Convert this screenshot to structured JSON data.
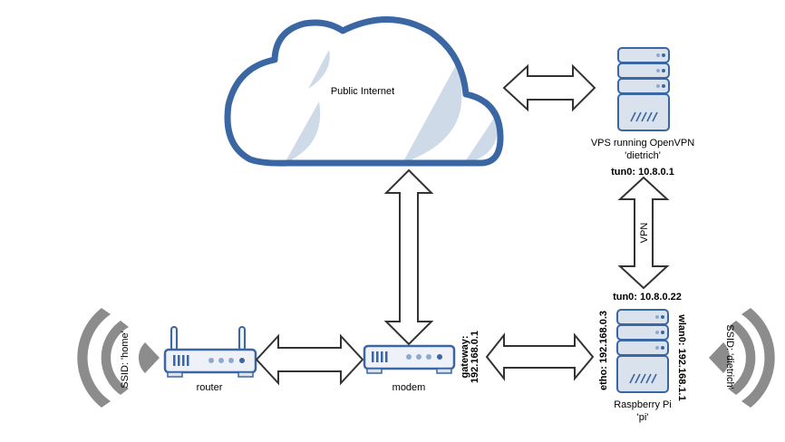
{
  "colors": {
    "device_stroke": "#3a67a3",
    "device_fill": "#dae2ee",
    "device_panel": "#eef2f8",
    "cloud_stroke": "#3a67a3",
    "cloud_shade": "#cfdae8",
    "wifi_gray": "#8c8c8c",
    "arrow_stroke": "#333333",
    "led_dim": "#8ea9cf",
    "led_bright": "#3a67a3"
  },
  "cloud": {
    "label": "Public Internet",
    "icon": "cloud-icon"
  },
  "vps": {
    "icon": "server-icon",
    "label_line1": "VPS running OpenVPN",
    "label_line2": "'dietrich'",
    "tun_label": "tun0: 10.8.0.1"
  },
  "vpn_link": {
    "label": "VPN"
  },
  "pi": {
    "icon": "server-icon",
    "label_line1": "Raspberry Pi",
    "label_line2": "'pi'",
    "tun_label": "tun0: 10.8.0.22",
    "eth_label": "etho: 192.168.0.3",
    "wlan_label": "wlan0: 192.168.1.1",
    "ssid_label": "SSID: 'dietrich'"
  },
  "router": {
    "icon": "router-icon",
    "label": "router",
    "ssid_label": "SSID: 'home'"
  },
  "modem": {
    "icon": "modem-icon",
    "label": "modem",
    "gateway_line1": "gateway:",
    "gateway_line2": "192.168.0.1"
  },
  "connections": [
    {
      "from": "cloud",
      "to": "vps",
      "type": "bidirectional-arrow"
    },
    {
      "from": "cloud",
      "to": "modem",
      "type": "bidirectional-arrow"
    },
    {
      "from": "vps",
      "to": "pi",
      "type": "bidirectional-arrow",
      "label": "VPN"
    },
    {
      "from": "router",
      "to": "modem",
      "type": "bidirectional-arrow"
    },
    {
      "from": "modem",
      "to": "pi",
      "type": "bidirectional-arrow"
    }
  ]
}
